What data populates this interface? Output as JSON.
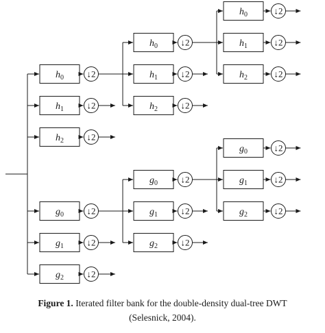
{
  "diagram": {
    "filter_labels": [
      {
        "id": "A0",
        "base": "h",
        "sub": "0"
      },
      {
        "id": "A1",
        "base": "h",
        "sub": "1"
      },
      {
        "id": "A2",
        "base": "h",
        "sub": "2"
      },
      {
        "id": "B0",
        "base": "g",
        "sub": "0"
      },
      {
        "id": "B1",
        "base": "g",
        "sub": "1"
      },
      {
        "id": "B2",
        "base": "g",
        "sub": "2"
      },
      {
        "id": "C0",
        "base": "h",
        "sub": "0"
      },
      {
        "id": "C1",
        "base": "h",
        "sub": "1"
      },
      {
        "id": "C2",
        "base": "h",
        "sub": "2"
      },
      {
        "id": "D0",
        "base": "g",
        "sub": "0"
      },
      {
        "id": "D1",
        "base": "g",
        "sub": "1"
      },
      {
        "id": "D2",
        "base": "g",
        "sub": "2"
      },
      {
        "id": "E0",
        "base": "h",
        "sub": "0"
      },
      {
        "id": "E1",
        "base": "h",
        "sub": "1"
      },
      {
        "id": "E2",
        "base": "h",
        "sub": "2"
      },
      {
        "id": "F0",
        "base": "g",
        "sub": "0"
      },
      {
        "id": "F1",
        "base": "g",
        "sub": "1"
      },
      {
        "id": "F2",
        "base": "g",
        "sub": "2"
      }
    ],
    "downsampler_label": "↓2"
  },
  "caption": {
    "label": "Figure 1.",
    "text": "Iterated filter bank for the double-density dual-tree DWT",
    "citation": "(Selesnick, 2004)."
  }
}
